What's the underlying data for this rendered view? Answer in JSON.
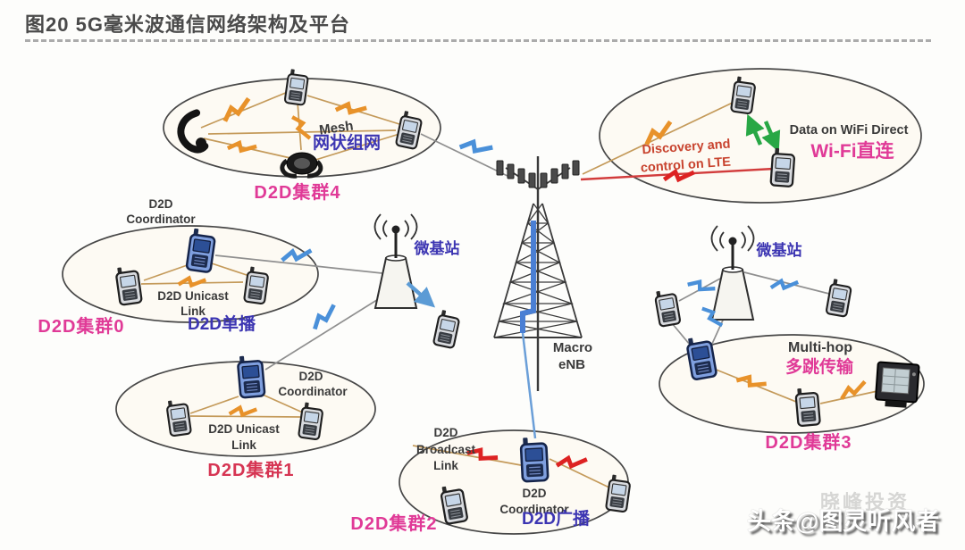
{
  "header": {
    "title": "图20 5G毫米波通信网络架构及平台"
  },
  "colors": {
    "magenta_label": "#e03a97",
    "crimson_label": "#d63553",
    "blue_label": "#3c35b2",
    "red_label": "#c8432e",
    "dark_label": "#3a3a3a",
    "bolt_orange": "#e8922a",
    "bolt_blue": "#4a90d9",
    "bolt_red": "#dd2222",
    "arrow_green": "#28a745",
    "link_tan": "#c49a5a"
  },
  "clusters": {
    "c4": {
      "name": "D2D集群4",
      "mesh_en": "Mesh",
      "mesh_zh": "网状组网"
    },
    "wifi": {
      "name": "Wi-Fi直连",
      "data_label": "Data on WiFi Direct",
      "discovery_l1": "Discovery and",
      "discovery_l2": "control on LTE"
    },
    "c0": {
      "name": "D2D集群0",
      "unicast_zh": "D2D单播",
      "coord_l1": "D2D",
      "coord_l2": "Coordinator",
      "link_l1": "D2D Unicast",
      "link_l2": "Link"
    },
    "c1": {
      "name": "D2D集群1",
      "coord_l1": "D2D",
      "coord_l2": "Coordinator",
      "link_l1": "D2D Unicast",
      "link_l2": "Link"
    },
    "c2": {
      "name": "D2D集群2",
      "broadcast_zh": "D2D广播",
      "coord_l1": "D2D",
      "coord_l2": "Coordinator",
      "link_l1": "D2D",
      "link_l2": "Broadcast",
      "link_l3": "Link"
    },
    "c3": {
      "name": "D2D集群3",
      "multihop_en": "Multi-hop",
      "multihop_zh": "多跳传输"
    }
  },
  "infrastructure": {
    "macro_l1": "Macro",
    "macro_l2": "eNB",
    "micro_left": "微基站",
    "micro_right": "微基站"
  },
  "watermark": {
    "main": "头条@图灵听风者",
    "faint": "晓峰投资"
  }
}
